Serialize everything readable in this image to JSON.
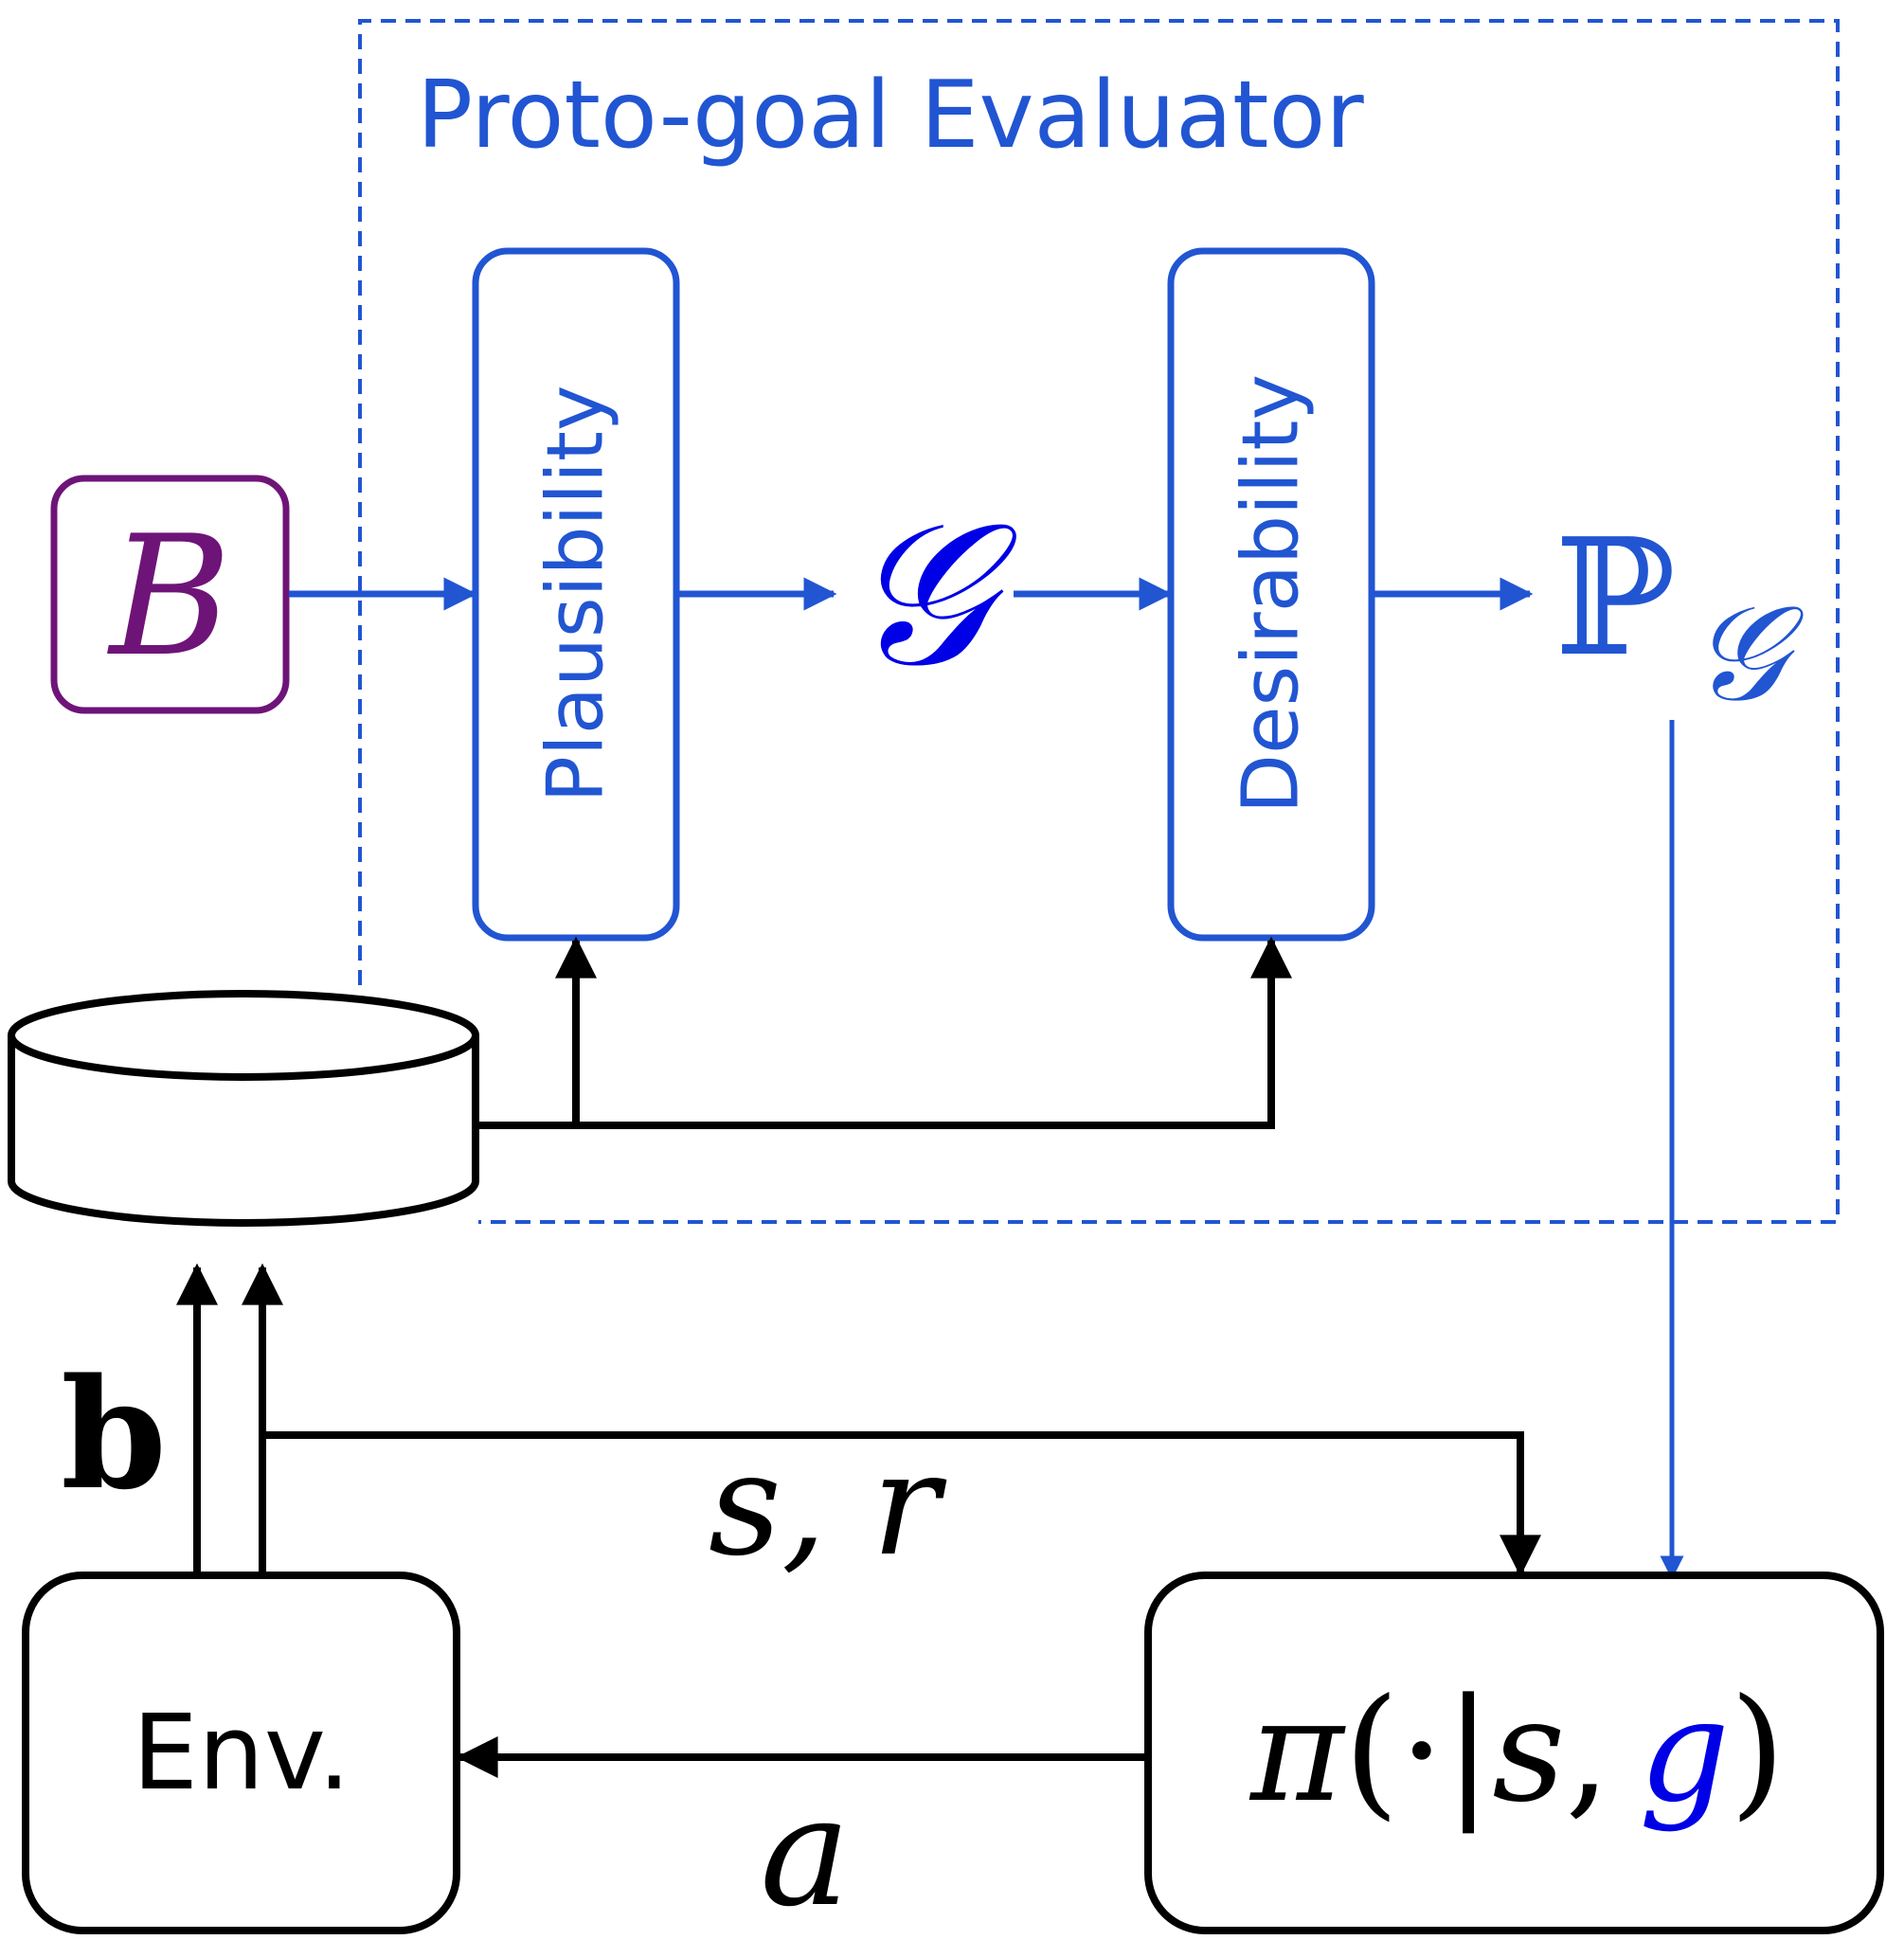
{
  "evaluator": {
    "title": "Proto-goal Evaluator",
    "plausibility_label": "Plausibility",
    "desirability_label": "Desirability",
    "goal_set_symbol": "𝒢",
    "prob_symbol": "ℙ",
    "prob_subscript": "𝒢"
  },
  "belief": {
    "symbol": "B"
  },
  "env": {
    "label": "Env."
  },
  "policy": {
    "pi": "π",
    "open_paren": "(",
    "dot": "·",
    "bar": "|",
    "s": "s",
    "comma": ",",
    "g": "g",
    "close_paren": ")"
  },
  "edges": {
    "b_label": "b",
    "sr_label": "s, r",
    "a_label": "a"
  },
  "colors": {
    "blue": "#2155D2",
    "purple": "#6E1478",
    "black": "#000000",
    "goal_blue": "#0000E6"
  }
}
